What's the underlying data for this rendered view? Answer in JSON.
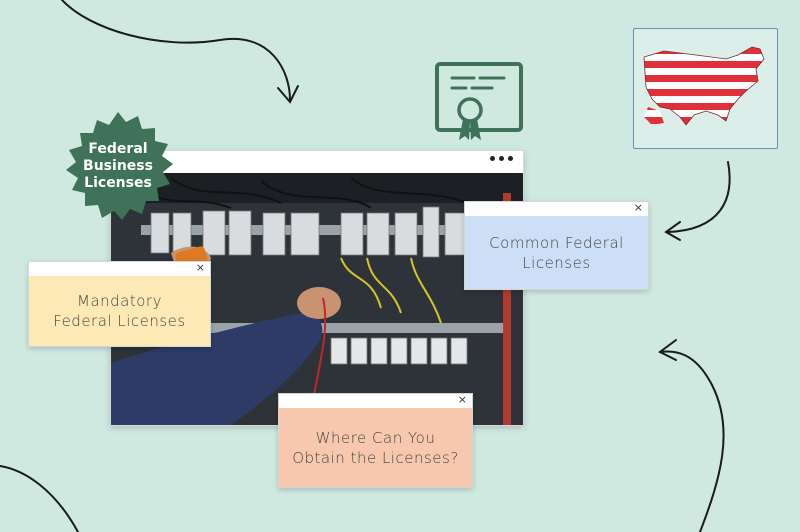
{
  "badge": {
    "line1": "Federal",
    "line2": "Business",
    "line3": "Licenses"
  },
  "popups": {
    "common": {
      "line1": "Common Federal",
      "line2": "Licenses",
      "close": "×"
    },
    "mandatory": {
      "line1": "Mandatory",
      "line2": "Federal Licenses",
      "close": "×"
    },
    "where": {
      "line1": "Where Can You",
      "line2": "Obtain the Licenses?",
      "close": "×"
    }
  },
  "icons": {
    "certificate": "certificate-icon",
    "usa_map": "usa-flag-map-icon",
    "more": "more-dots-icon",
    "close": "close-icon"
  },
  "colors": {
    "background": "#cfe9e1",
    "badge": "#3f7258",
    "certificate": "#3f7258",
    "common_panel": "#cddff7",
    "mandatory_panel": "#fde9b6",
    "where_panel": "#f7c8ae",
    "flag_red": "#e0303a"
  }
}
